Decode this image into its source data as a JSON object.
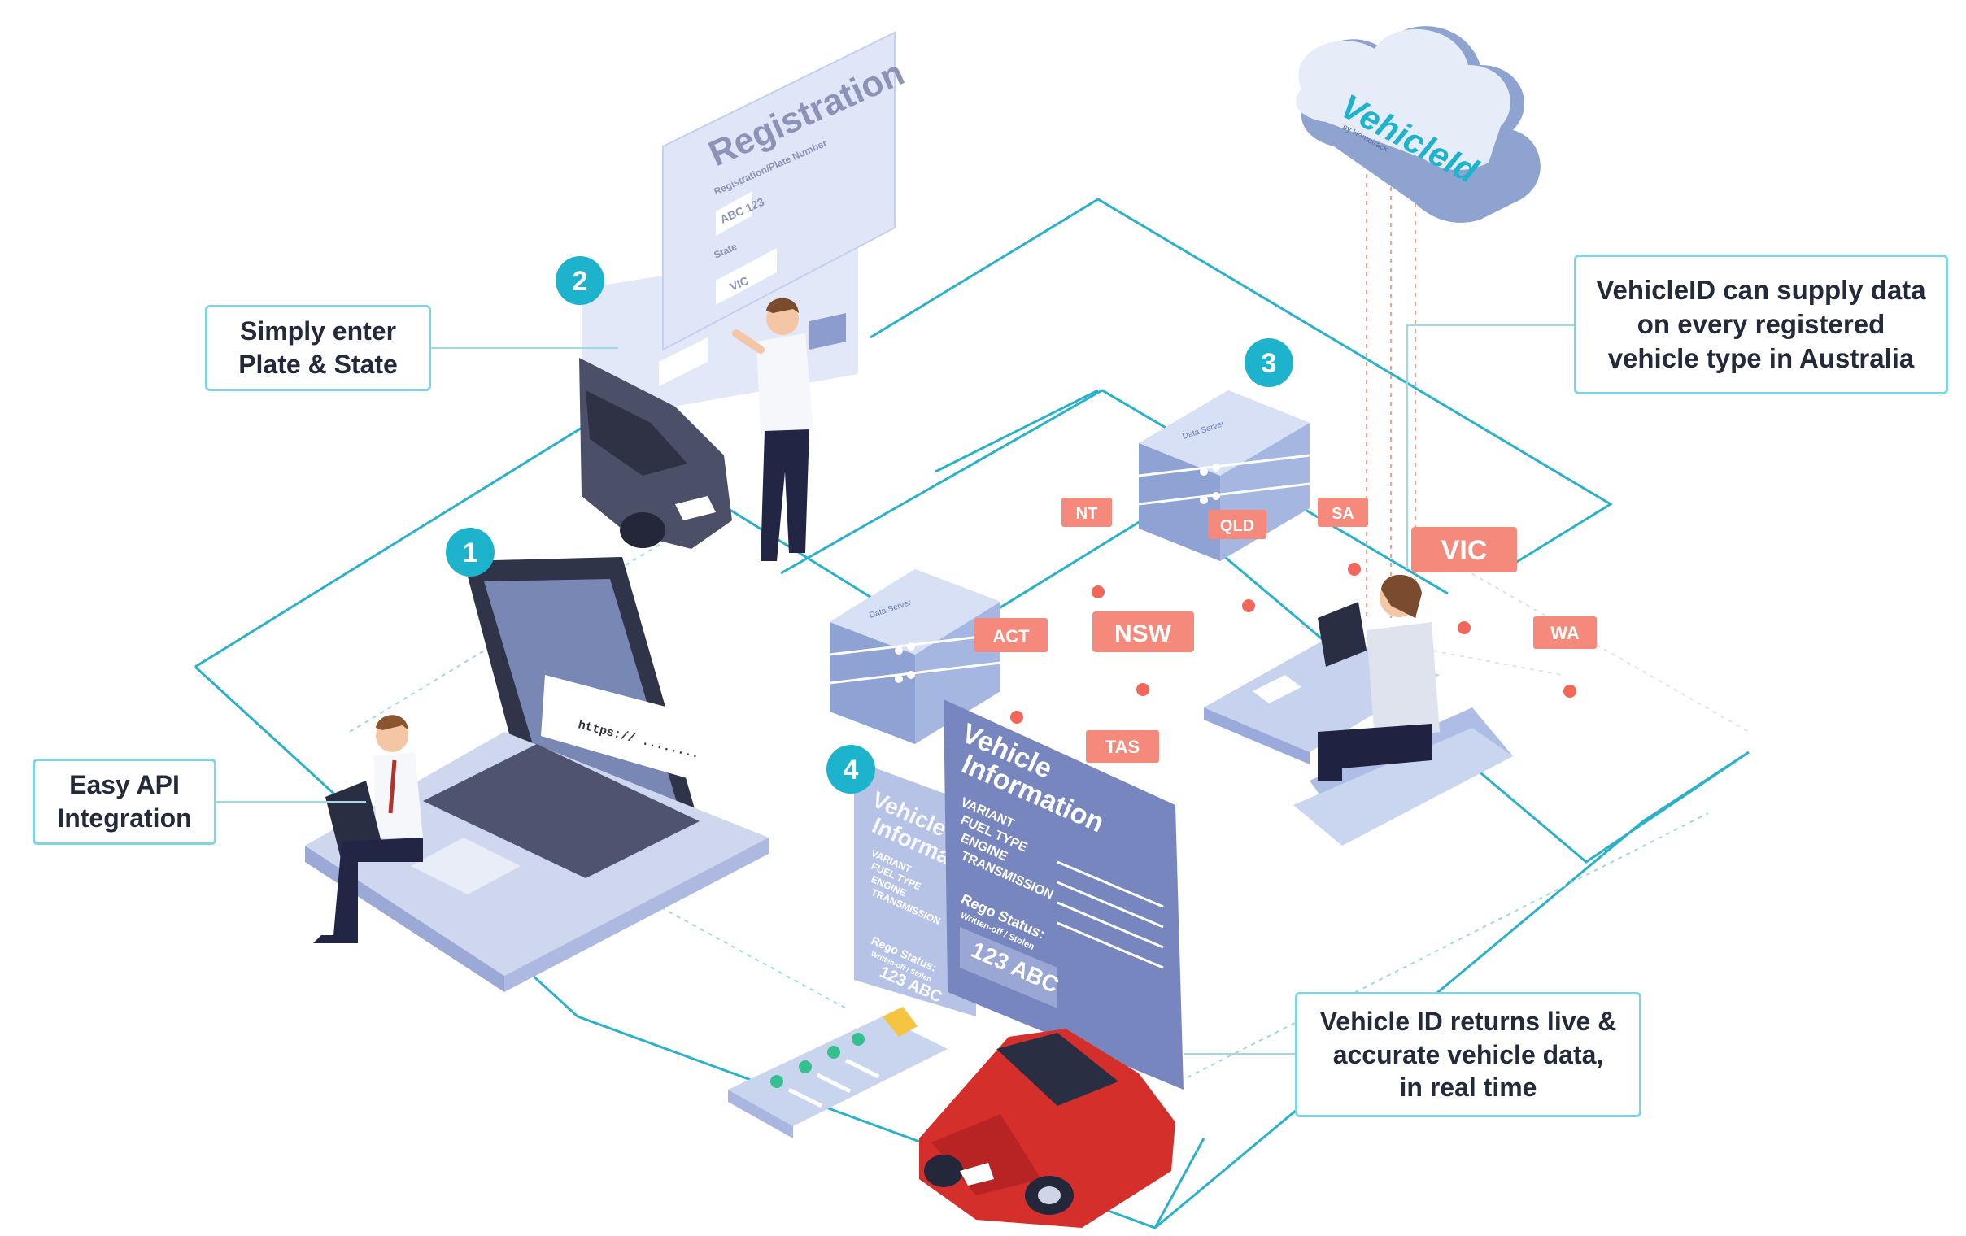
{
  "callouts": {
    "plate": "Simply enter\nPlate & State",
    "api": "Easy API\nIntegration",
    "supply": "VehicleID can supply data\non every registered\nvehicle type in Australia",
    "returns": "Vehicle ID returns live &\naccurate vehicle data,\nin real time"
  },
  "steps": [
    "1",
    "2",
    "3",
    "4"
  ],
  "states": [
    "NT",
    "QLD",
    "SA",
    "VIC",
    "ACT",
    "NSW",
    "WA",
    "TAS"
  ],
  "brand": {
    "logo_text": "VehicleId",
    "tagline": "by Hometrack",
    "accent": "#1db3cc",
    "tag_color": "#f58a7c",
    "outline_color": "#2bb1c9"
  },
  "registration_form": {
    "title": "Registration",
    "plate_label": "Registration/Plate Number",
    "plate_value": "ABC 123",
    "state_label": "State",
    "state_value": "VIC"
  },
  "laptop": {
    "url_text": "https:// ........"
  },
  "servers": {
    "label": "Data Server"
  },
  "vehicle_card": {
    "title_line1": "Vehicle",
    "title_line2": "Information",
    "fields": [
      "VARIANT",
      "FUEL TYPE",
      "ENGINE",
      "TRANSMISSION"
    ],
    "rego_label": "Rego Status:",
    "rego_sub": "Written-off / Stolen",
    "plate": "123 ABC"
  }
}
